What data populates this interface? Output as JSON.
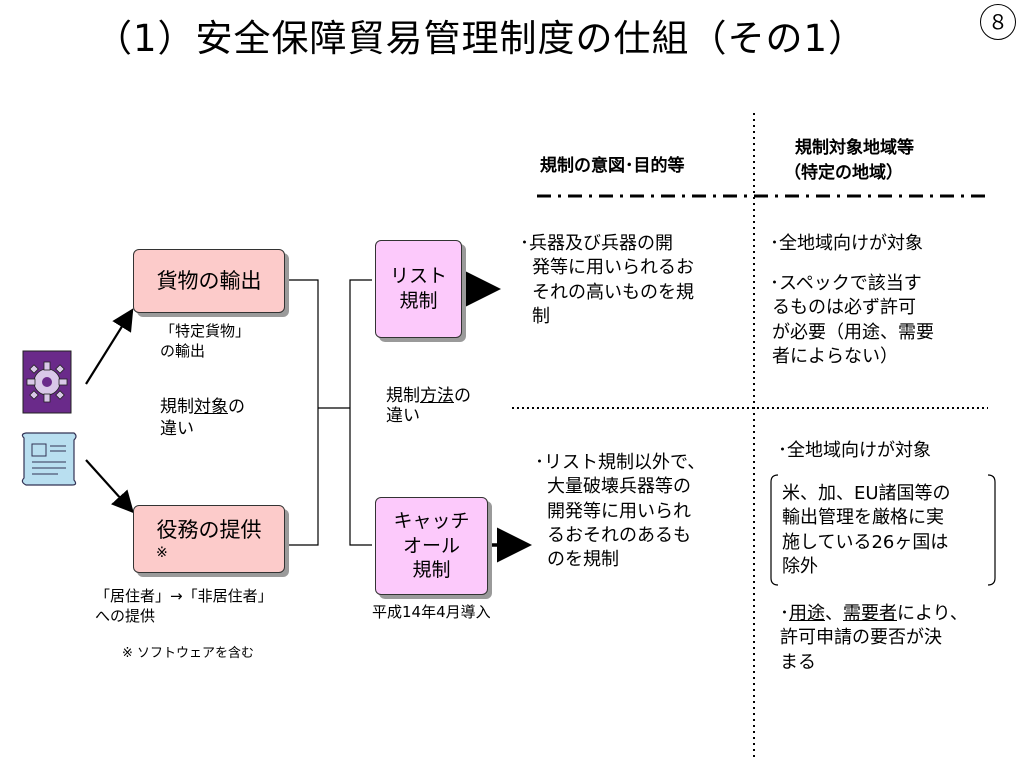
{
  "title": "（1）安全保障貿易管理制度の仕組（その1）",
  "page_number": "８",
  "headers": {
    "intent": "規制の意図･目的等",
    "region_line1": "規制対象地域等",
    "region_line2": "（特定の地域）"
  },
  "left": {
    "cargo_box": "貨物の輸出",
    "cargo_note_line1": "「特定貨物」",
    "cargo_note_line2": "の輸出",
    "target_diff_pre": "規制",
    "target_diff_u": "対象",
    "target_diff_post": "の",
    "target_diff_line2": "違い",
    "service_box": "役務の提供",
    "service_mark": "※",
    "service_note_line1": "「居住者」→「非居住者」",
    "service_note_line2": "への提供",
    "software_note": "※  ソフトウェアを含む"
  },
  "middle": {
    "list_line1": "リスト",
    "list_line2": "規制",
    "method_pre": "規制",
    "method_u": "方法",
    "method_post": "の",
    "method_line2": "違い",
    "catchall_line1": "キャッチ",
    "catchall_line2": "オール",
    "catchall_line3": "規制",
    "catchall_note": "平成14年4月導入"
  },
  "intent": {
    "list_text": [
      "･兵器及び兵器の開",
      "発等に用いられるお",
      "それの高いものを規",
      "制"
    ],
    "catchall_text": [
      "･リスト規制以外で、",
      "大量破壊兵器等の",
      "開発等に用いられ",
      "るおそれのあるも",
      "のを規制"
    ]
  },
  "region": {
    "list_all": "･全地域向けが対象",
    "list_spec": [
      "･スペックで該当す",
      "るものは必ず許可",
      "が必要（用途、需要",
      "者によらない）"
    ],
    "catchall_all": "･全地域向けが対象",
    "exclusion": [
      "米、加、EU諸国等の",
      "輸出管理を厳格に実",
      "施している26ヶ国は",
      "除外"
    ],
    "usage_pre": "･",
    "usage_u1": "用途",
    "usage_sep": "、",
    "usage_u2": "需要者",
    "usage_post": "により、",
    "usage_line2": "許可申請の要否が決",
    "usage_line3": "まる"
  }
}
